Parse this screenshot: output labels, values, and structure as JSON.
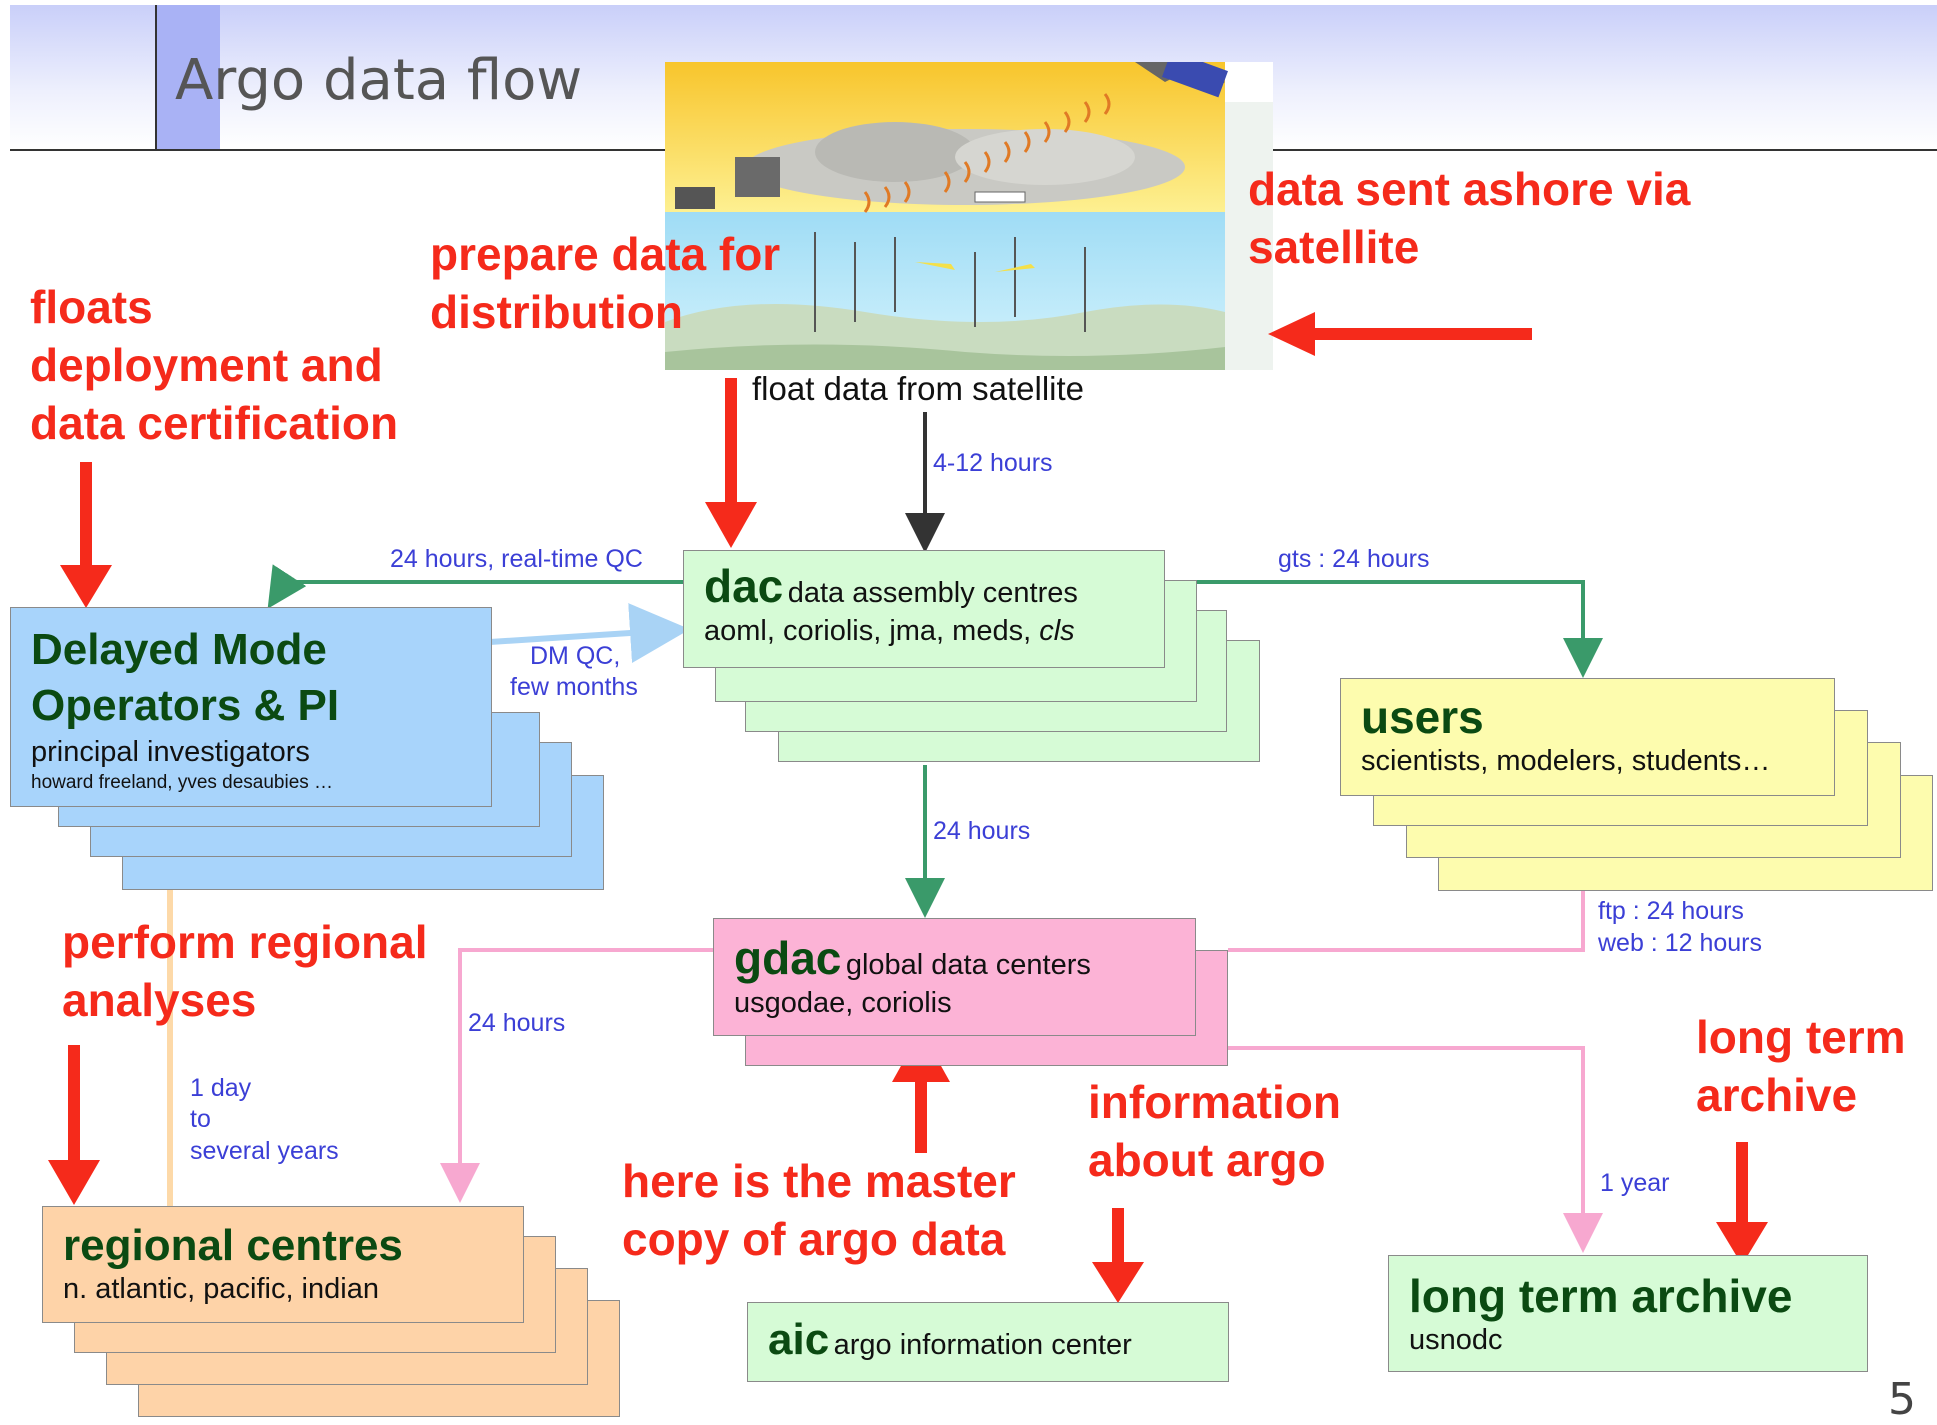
{
  "slide": {
    "title": "Argo data flow",
    "page_number": "5"
  },
  "satellite_image": {
    "caption": "float data from satellite"
  },
  "boxes": {
    "dac": {
      "title": "dac",
      "subtitle": "data assembly centres",
      "line": "aoml, coriolis, jma, meds, ",
      "line_italic": "cls"
    },
    "dmo": {
      "title_line1": "Delayed Mode",
      "title_line2": "Operators & PI",
      "line1": "principal investigators",
      "line2": "howard freeland, yves desaubies …"
    },
    "users": {
      "title": "users",
      "line": "scientists, modelers, students…"
    },
    "gdac": {
      "title": "gdac",
      "subtitle": "global data centers",
      "line": "usgodae, coriolis"
    },
    "regional": {
      "title": "regional centres",
      "line": "n. atlantic, pacific, indian"
    },
    "aic": {
      "title": "aic",
      "subtitle": "argo information center"
    },
    "lta": {
      "title": "long term archive",
      "line": "usnodc"
    }
  },
  "flow_labels": {
    "sat_to_dac": "4-12 hours",
    "dac_to_dmo": "24 hours, real-time QC",
    "dmo_to_dac_1": "DM QC,",
    "dmo_to_dac_2": "few months",
    "dac_to_users": "gts : 24 hours",
    "dac_to_gdac": "24 hours",
    "gdac_to_regional": "24 hours",
    "regional_to_dmo_1": "1 day",
    "regional_to_dmo_2": "to",
    "regional_to_dmo_3": "several years",
    "gdac_to_users_1": "ftp : 24 hours",
    "gdac_to_users_2": "web : 12 hours",
    "gdac_to_lta": "1 year"
  },
  "annotations": {
    "sent_ashore_1": "data sent ashore via",
    "sent_ashore_2": "satellite",
    "prepare_1": "prepare data for",
    "prepare_2": "distribution",
    "floats_1": "floats",
    "floats_2": "deployment and",
    "floats_3": "data certification",
    "regional_1": "perform regional",
    "regional_2": "analyses",
    "master_1": "here is the master",
    "master_2": "copy of argo data",
    "info_1": "information",
    "info_2": "about argo",
    "archive_1": "long term",
    "archive_2": "archive"
  },
  "colors": {
    "annotation_red": "#f52a1b",
    "flow_green": "#3a9a6a",
    "flow_pink": "#f7a8d0",
    "flow_blue_light": "#a9d3f5",
    "flow_peach": "#fdd9a8",
    "box_title_green": "#0b4a12",
    "label_blue": "#3b3fd6"
  }
}
